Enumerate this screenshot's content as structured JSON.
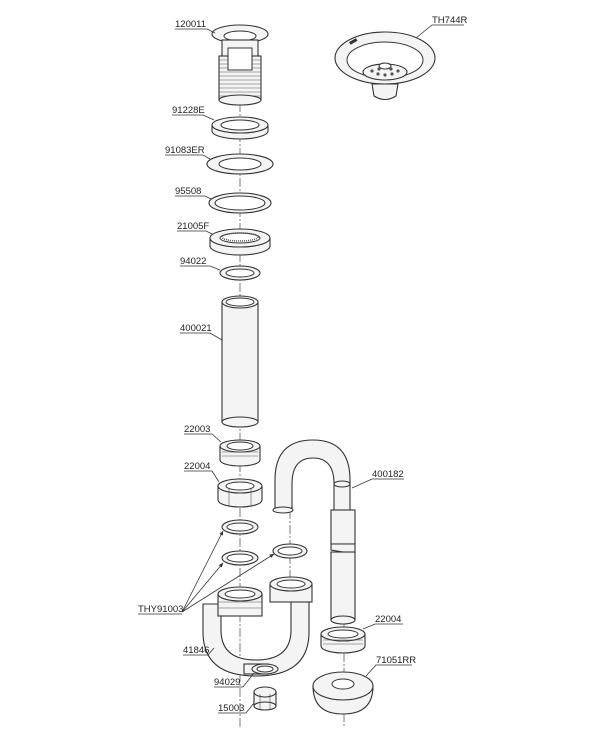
{
  "diagram": {
    "labels": {
      "strainer_body": "120011",
      "strainer_basket": "TH744R",
      "locknut_washer": "91228E",
      "fiber_washer": "91083ER",
      "rubber_gasket": "95508",
      "coupling_nut": "21005F",
      "tail_washer": "94022",
      "tailpiece": "400021",
      "slip_nut_a": "22003",
      "slip_nut_b": "22004",
      "return_bend": "400182",
      "slip_washers": "THY91003",
      "slip_nut_c": "22004",
      "p_trap": "41846",
      "escutcheon": "71051RR",
      "plug_washer": "94029",
      "cleanout_plug": "15003"
    }
  }
}
